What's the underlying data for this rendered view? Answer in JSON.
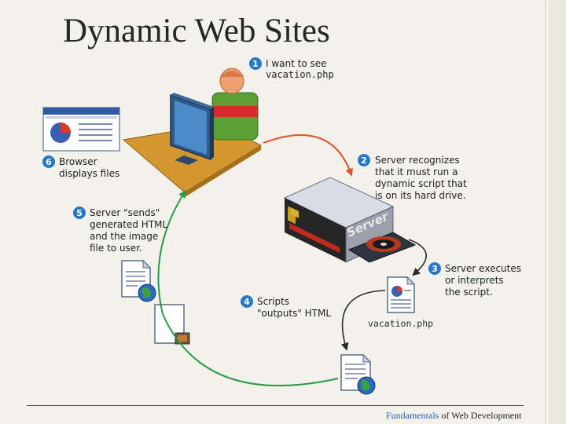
{
  "title": "Dynamic Web Sites",
  "steps": [
    {
      "num": "1",
      "lines": [
        "I want to see",
        "vacation.php"
      ]
    },
    {
      "num": "2",
      "lines": [
        "Server recognizes",
        "that it must run a",
        "dynamic script that",
        "is on its hard drive."
      ]
    },
    {
      "num": "3",
      "lines": [
        "Server executes",
        "or interprets",
        "the script."
      ]
    },
    {
      "num": "4",
      "lines": [
        "Scripts",
        "\"outputs\" HTML"
      ]
    },
    {
      "num": "5",
      "lines": [
        "Server \"sends\"",
        "generated HTML",
        "and the image",
        "file to user."
      ]
    },
    {
      "num": "6",
      "lines": [
        "Browser",
        "displays files"
      ]
    }
  ],
  "file_label": "vacation.php",
  "server_label": "Server",
  "footer": {
    "highlight": "Fundamentals",
    "rest": " of Web Development"
  },
  "colors": {
    "step_badge": "#2878c8",
    "arrow_red": "#e0502a",
    "arrow_green": "#2a9a4a",
    "arrow_dark": "#2a2a2a"
  }
}
